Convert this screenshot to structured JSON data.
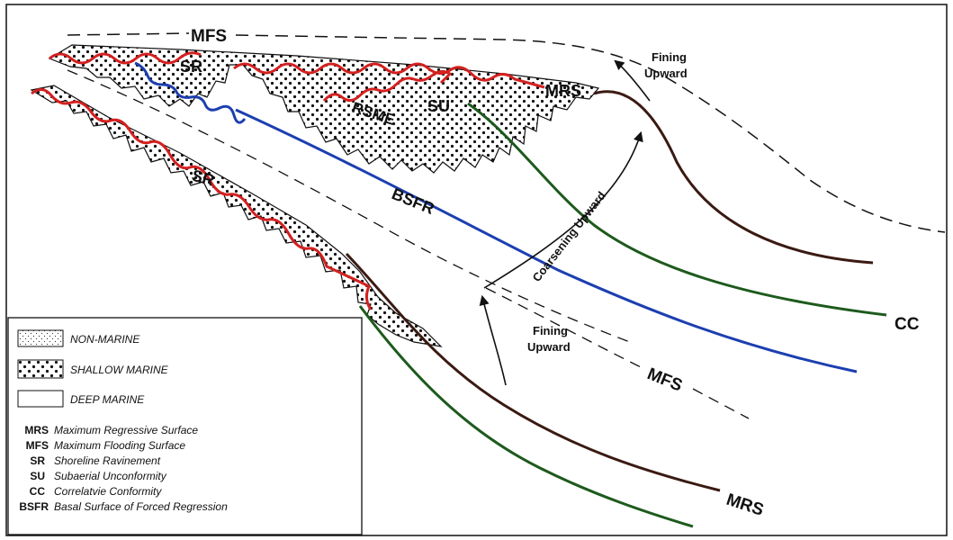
{
  "diagram": {
    "labels": {
      "mfs_top": "MFS",
      "sr_upper": "SR",
      "mrs_upper": "MRS",
      "su": "SU",
      "rsme": "RSME",
      "sr_lower": "SR",
      "bsfr": "BSFR",
      "cc": "CC",
      "mfs_lower": "MFS",
      "mrs_lower": "MRS",
      "fining_upward_top_1": "Fining",
      "fining_upward_top_2": "Upward",
      "coarsening_upward": "Coarsening Upward",
      "fining_upward_low_1": "Fining",
      "fining_upward_low_2": "Upward"
    },
    "colors": {
      "ravinement_red": "#d42020",
      "bsfr_blue": "#1c3fb0",
      "cc_green": "#1d5a1d",
      "mrs_brown": "#3a1a12",
      "dashed_black": "#111111"
    }
  },
  "legend": {
    "facies": [
      {
        "label": "NON-MARINE"
      },
      {
        "label": "SHALLOW MARINE"
      },
      {
        "label": "DEEP MARINE"
      }
    ],
    "abbreviations": [
      {
        "abbr": "MRS",
        "text": "Maximum Regressive Surface"
      },
      {
        "abbr": "MFS",
        "text": "Maximum Flooding Surface"
      },
      {
        "abbr": "SR",
        "text": "Shoreline Ravinement"
      },
      {
        "abbr": "SU",
        "text": "Subaerial Unconformity"
      },
      {
        "abbr": "CC",
        "text": "Correlatvie Conformity"
      },
      {
        "abbr": "BSFR",
        "text": "Basal Surface of Forced Regression"
      }
    ]
  }
}
